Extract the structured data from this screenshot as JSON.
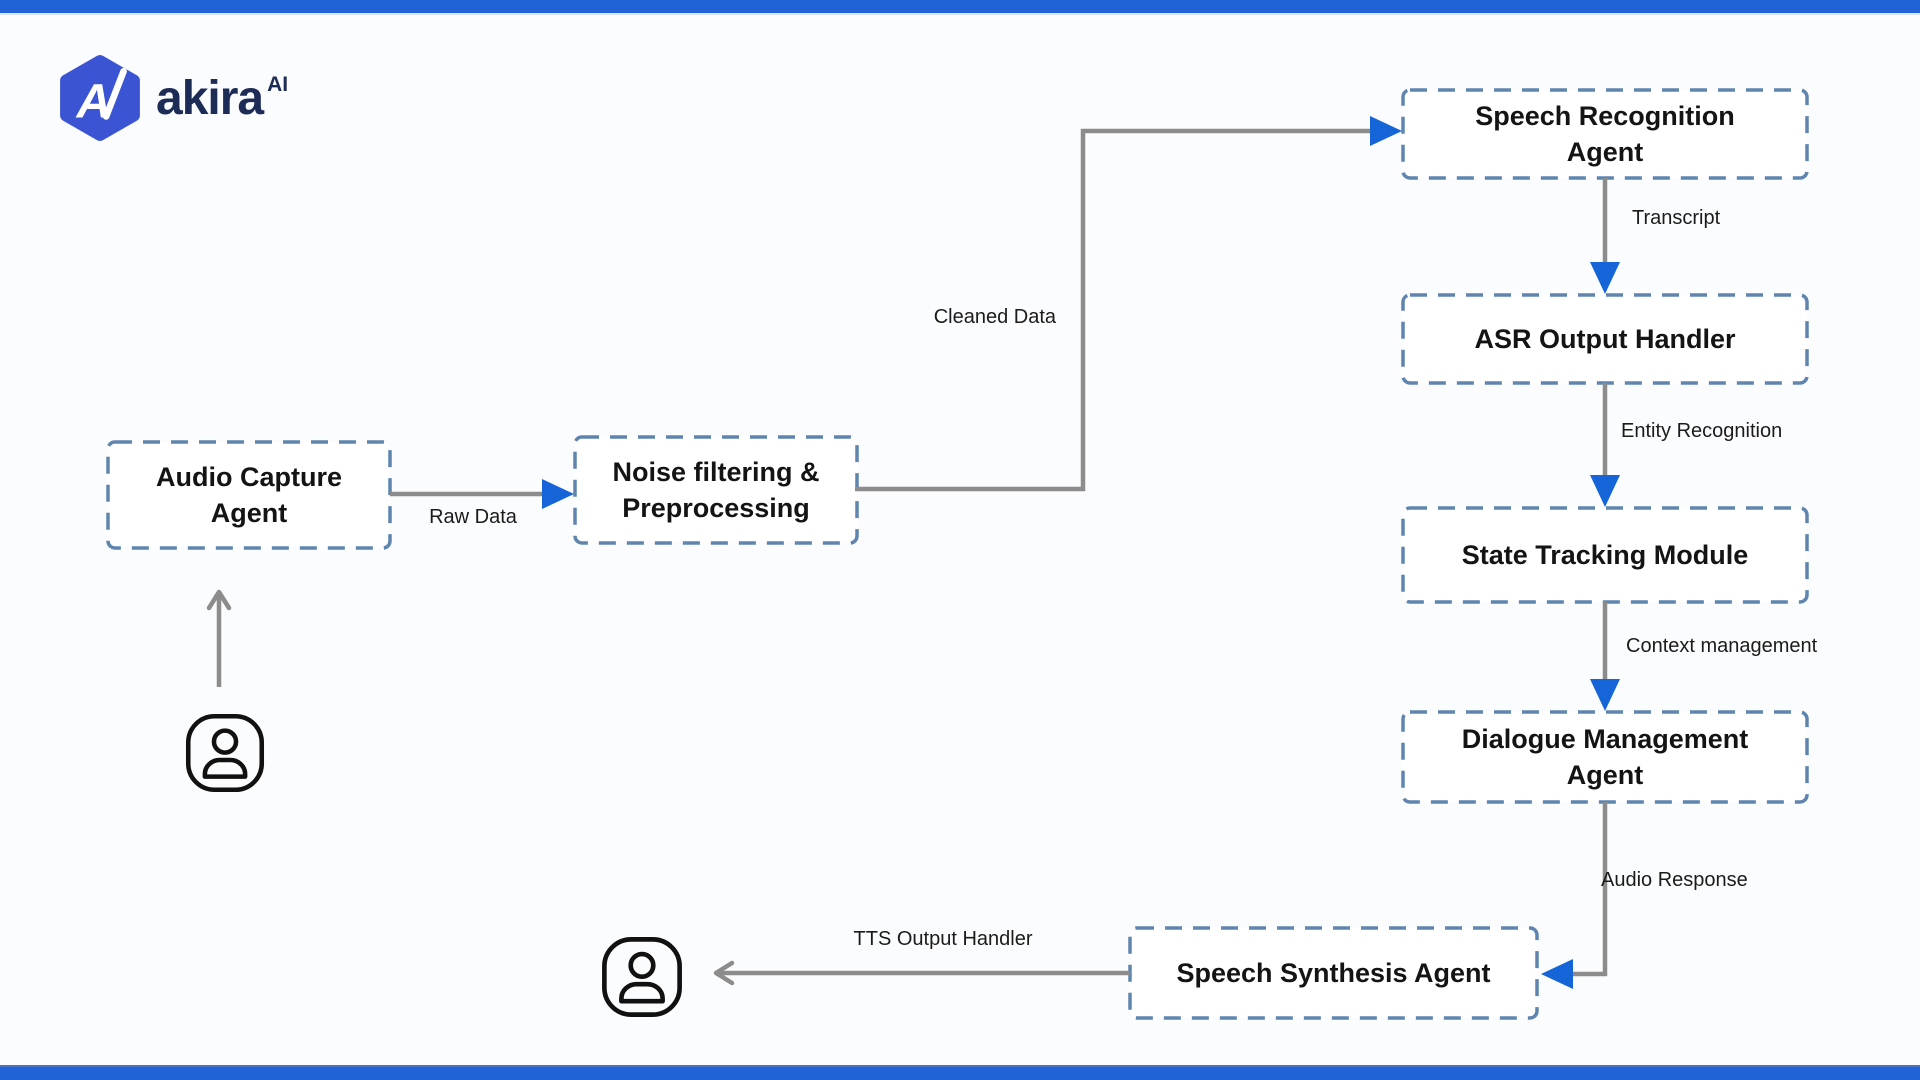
{
  "brand": {
    "name": "akira",
    "superscript": "AI"
  },
  "nodes": [
    {
      "id": "audio-capture-agent",
      "label": "Audio Capture Agent"
    },
    {
      "id": "noise-filtering-preprocessing",
      "label": "Noise filtering & Preprocessing"
    },
    {
      "id": "speech-recognition-agent",
      "label": "Speech Recognition Agent"
    },
    {
      "id": "asr-output-handler",
      "label": "ASR Output Handler"
    },
    {
      "id": "state-tracking-module",
      "label": "State Tracking Module"
    },
    {
      "id": "dialogue-management-agent",
      "label": "Dialogue Management Agent"
    },
    {
      "id": "speech-synthesis-agent",
      "label": "Speech Synthesis Agent"
    }
  ],
  "edges": [
    {
      "from": "user",
      "to": "audio-capture-agent",
      "label": ""
    },
    {
      "from": "audio-capture-agent",
      "to": "noise-filtering-preprocessing",
      "label": "Raw Data"
    },
    {
      "from": "noise-filtering-preprocessing",
      "to": "speech-recognition-agent",
      "label": "Cleaned Data"
    },
    {
      "from": "speech-recognition-agent",
      "to": "asr-output-handler",
      "label": "Transcript"
    },
    {
      "from": "asr-output-handler",
      "to": "state-tracking-module",
      "label": "Entity Recognition"
    },
    {
      "from": "state-tracking-module",
      "to": "dialogue-management-agent",
      "label": "Context management"
    },
    {
      "from": "dialogue-management-agent",
      "to": "speech-synthesis-agent",
      "label": "Audio Response"
    },
    {
      "from": "speech-synthesis-agent",
      "to": "user",
      "label": "TTS Output Handler"
    }
  ],
  "icons": {
    "user": "user-icon",
    "logo": "hexagon-logo-icon"
  },
  "colors": {
    "accent_bar": "#2262D7",
    "arrow_blue": "#1565D8",
    "line_gray": "#8c8c8c",
    "node_border": "#5F85AF",
    "logo_hex": "#3A54D3",
    "logo_text": "#1d2b57"
  }
}
